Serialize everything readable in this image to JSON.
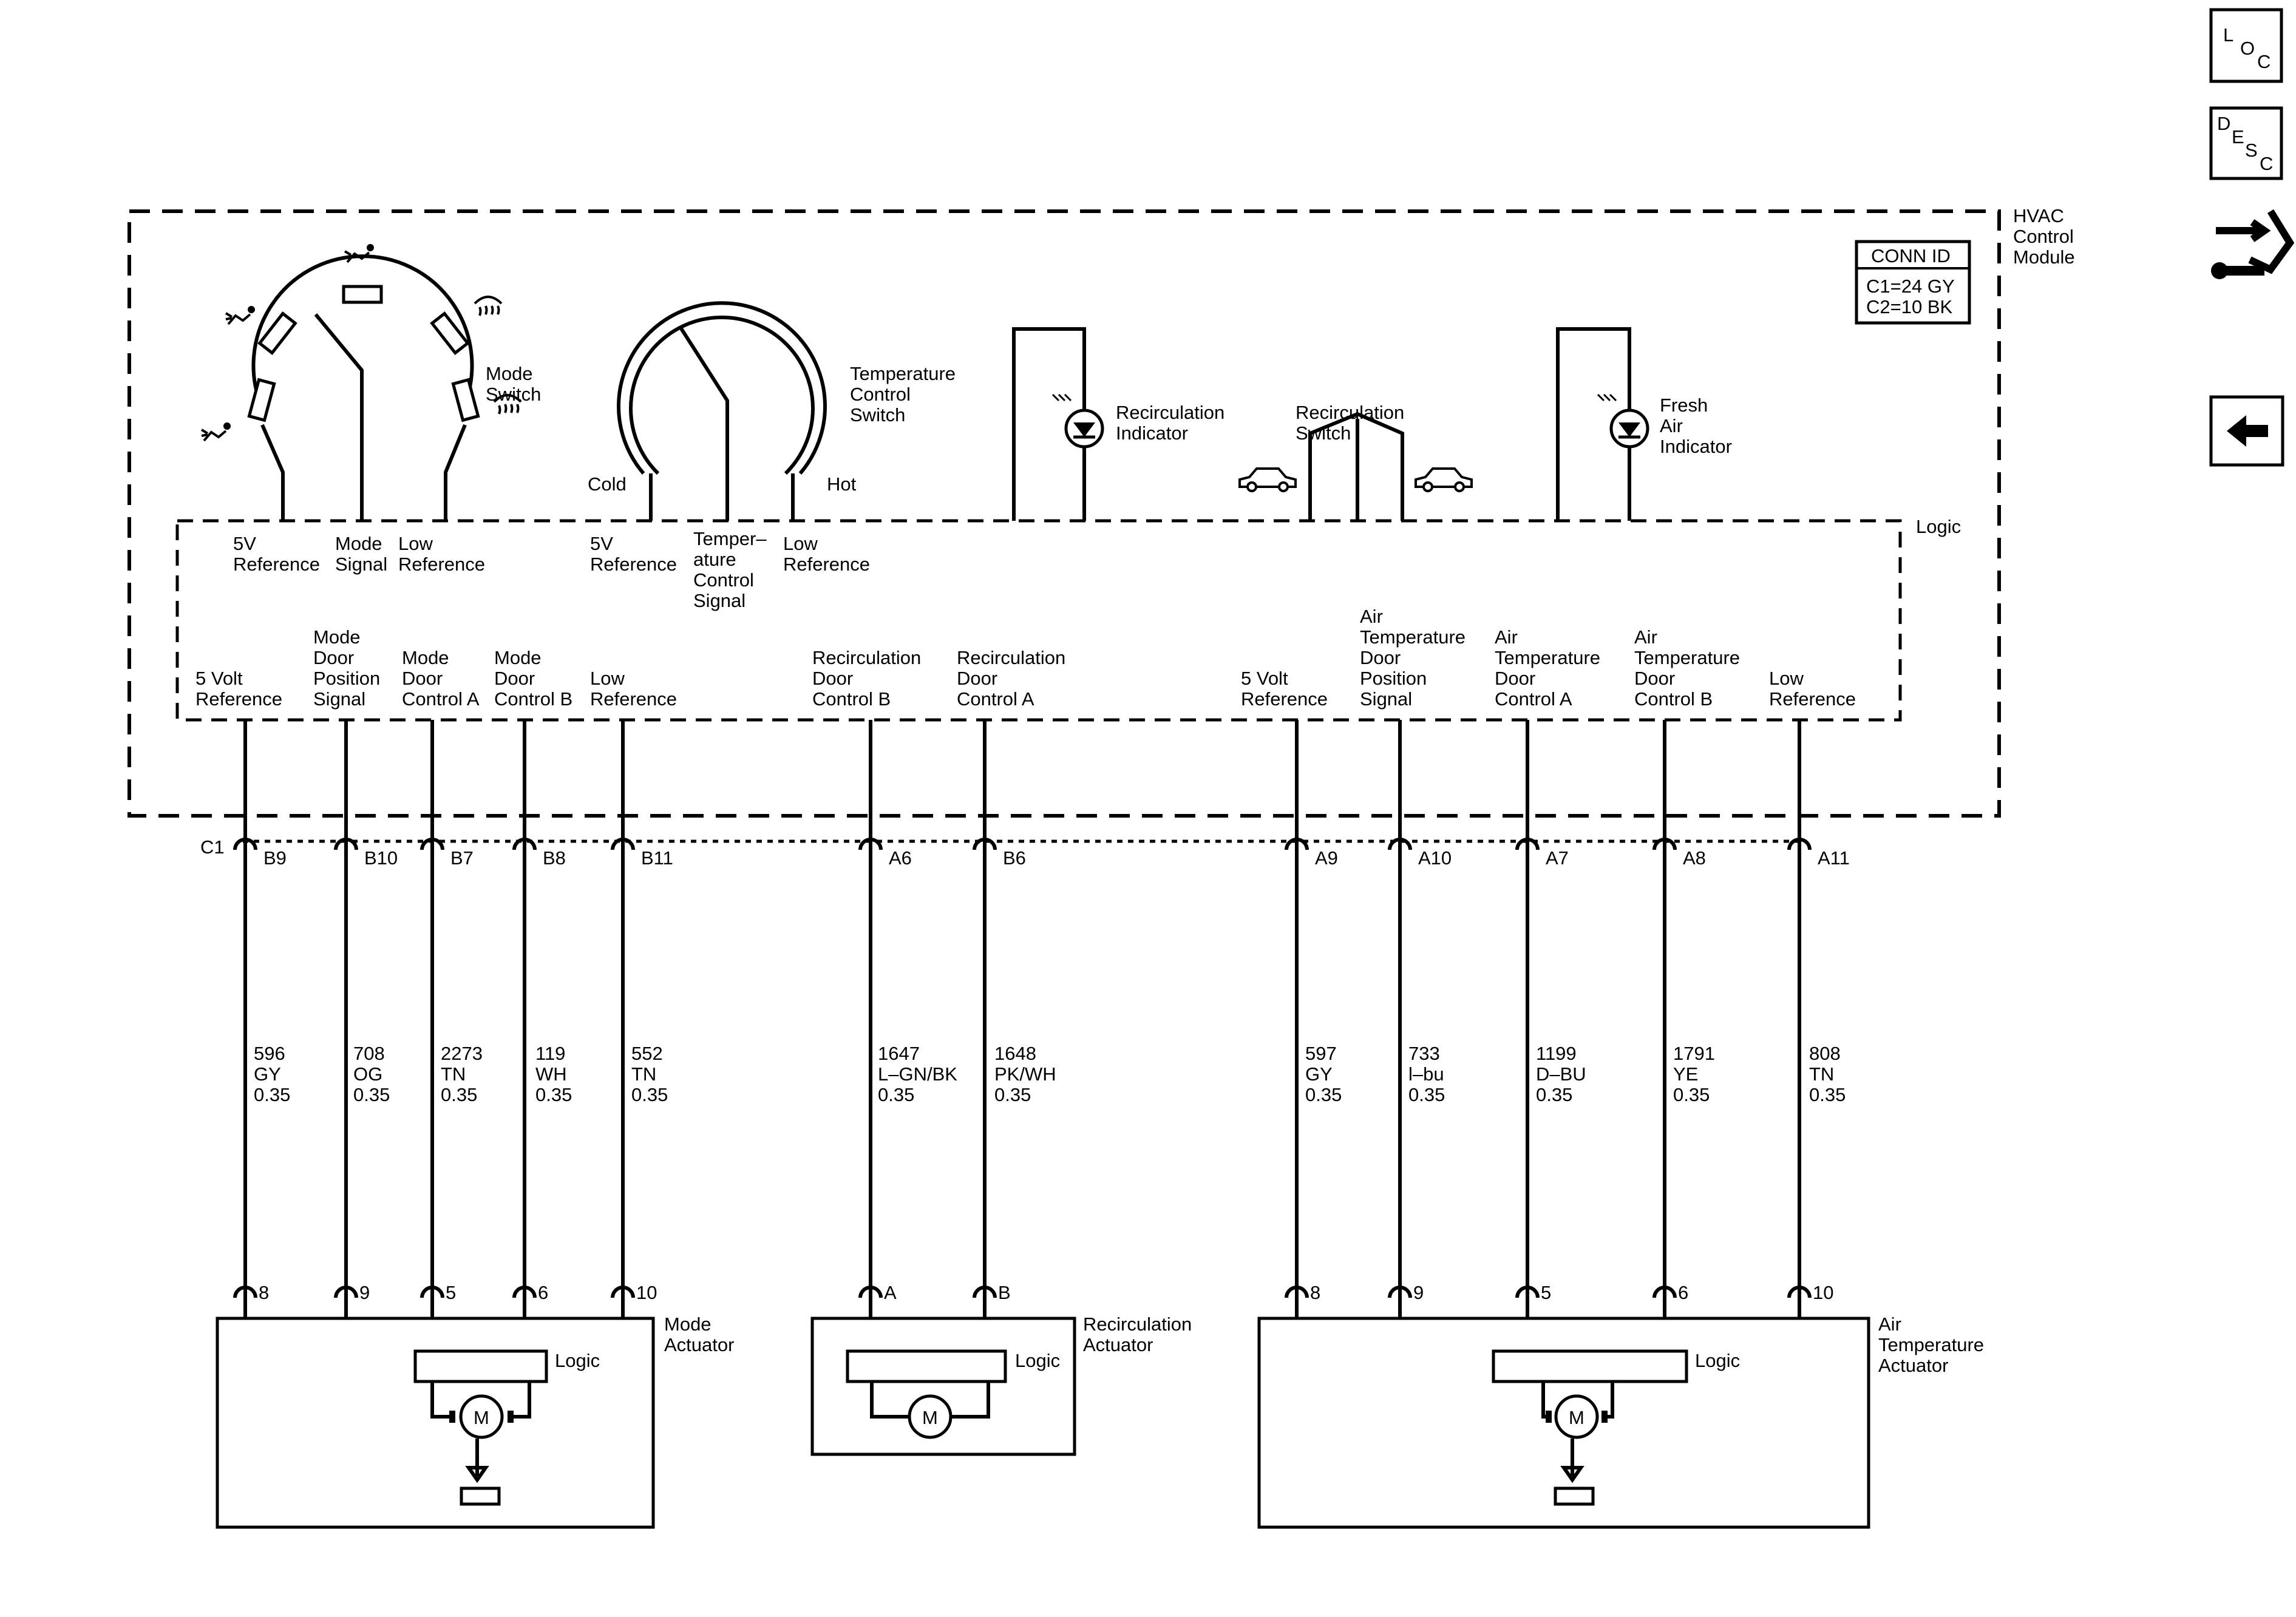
{
  "side_icons": {
    "loc": [
      "L",
      "O",
      "C"
    ],
    "desc": [
      "D",
      "E",
      "S",
      "C"
    ],
    "tool_icon": "connector-wrench-icon",
    "back_icon": "back-arrow-icon"
  },
  "module": {
    "name": [
      "HVAC",
      "Control",
      "Module"
    ],
    "conn_id_title": "CONN ID",
    "conn_id_rows": [
      "C1=24 GY",
      "C2=10 BK"
    ],
    "logic": "Logic"
  },
  "mode_switch": {
    "name": [
      "Mode",
      "Switch"
    ],
    "terminals": [
      [
        "5V",
        "Reference"
      ],
      [
        "Mode",
        "Signal"
      ],
      [
        "Low",
        "Reference"
      ]
    ]
  },
  "temp_switch": {
    "name": [
      "Temperature",
      "Control",
      "Switch"
    ],
    "cold": "Cold",
    "hot": "Hot",
    "terminals": [
      [
        "5V",
        "Reference"
      ],
      [
        "Temper–",
        "ature",
        "Control",
        "Signal"
      ],
      [
        "Low",
        "Reference"
      ]
    ]
  },
  "recirc_indicator": [
    "Recirculation",
    "Indicator"
  ],
  "recirc_switch": [
    "Recirculation",
    "Switch"
  ],
  "fresh_indicator": [
    "Fresh",
    "Air",
    "Indicator"
  ],
  "connector": "C1",
  "circuits": [
    {
      "func": [
        "5 Volt",
        "Reference"
      ],
      "pin": "B9",
      "wire": [
        "596",
        "GY",
        "0.35"
      ],
      "act_pin": "8"
    },
    {
      "func": [
        "Mode",
        "Door",
        "Position",
        "Signal"
      ],
      "pin": "B10",
      "wire": [
        "708",
        "OG",
        "0.35"
      ],
      "act_pin": "9"
    },
    {
      "func": [
        "Mode",
        "Door",
        "Control A"
      ],
      "pin": "B7",
      "wire": [
        "2273",
        "TN",
        "0.35"
      ],
      "act_pin": "5"
    },
    {
      "func": [
        "Mode",
        "Door",
        "Control B"
      ],
      "pin": "B8",
      "wire": [
        "119",
        "WH",
        "0.35"
      ],
      "act_pin": "6"
    },
    {
      "func": [
        "Low",
        "Reference"
      ],
      "pin": "B11",
      "wire": [
        "552",
        "TN",
        "0.35"
      ],
      "act_pin": "10"
    },
    {
      "func": [
        "Recirculation",
        "Door",
        "Control B"
      ],
      "pin": "A6",
      "wire": [
        "1647",
        "L–GN/BK",
        "0.35"
      ],
      "act_pin": "A"
    },
    {
      "func": [
        "Recirculation",
        "Door",
        "Control A"
      ],
      "pin": "B6",
      "wire": [
        "1648",
        "PK/WH",
        "0.35"
      ],
      "act_pin": "B"
    },
    {
      "func": [
        "5 Volt",
        "Reference"
      ],
      "pin": "A9",
      "wire": [
        "597",
        "GY",
        "0.35"
      ],
      "act_pin": "8"
    },
    {
      "func": [
        "Air",
        "Temperature",
        "Door",
        "Position",
        "Signal"
      ],
      "pin": "A10",
      "wire": [
        "733",
        "l–bu",
        "0.35"
      ],
      "act_pin": "9"
    },
    {
      "func": [
        "Air",
        "Temperature",
        "Door",
        "Control A"
      ],
      "pin": "A7",
      "wire": [
        "1199",
        "D–BU",
        "0.35"
      ],
      "act_pin": "5"
    },
    {
      "func": [
        "Air",
        "Temperature",
        "Door",
        "Control B"
      ],
      "pin": "A8",
      "wire": [
        "1791",
        "YE",
        "0.35"
      ],
      "act_pin": "6"
    },
    {
      "func": [
        "Low",
        "Reference"
      ],
      "pin": "A11",
      "wire": [
        "808",
        "TN",
        "0.35"
      ],
      "act_pin": "10"
    }
  ],
  "actuators": [
    {
      "name": [
        "Mode",
        "Actuator"
      ],
      "logic": "Logic",
      "motor": "M"
    },
    {
      "name": [
        "Recirculation",
        "Actuator"
      ],
      "logic": "Logic",
      "motor": "M"
    },
    {
      "name": [
        "Air",
        "Temperature",
        "Actuator"
      ],
      "logic": "Logic",
      "motor": "M"
    }
  ]
}
